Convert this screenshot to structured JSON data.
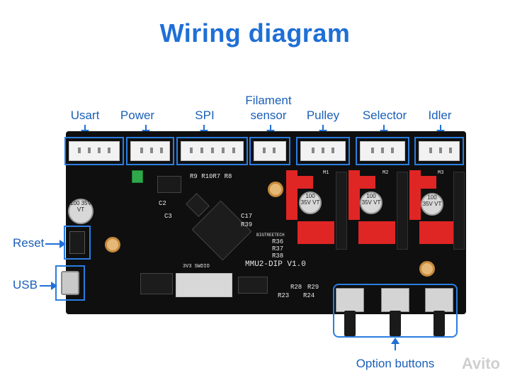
{
  "title": "Wiring diagram",
  "labels": {
    "usart": "Usart",
    "power": "Power",
    "spi": "SPI",
    "filament_line1": "Filament",
    "filament_line2": "sensor",
    "pulley": "Pulley",
    "selector": "Selector",
    "idler": "Idler",
    "reset": "Reset",
    "usb": "USB",
    "option_buttons": "Option buttons"
  },
  "board": {
    "model": "MMU2-DIP V1.0",
    "brand": "BIGTREETECH",
    "cap_text": "100 35V VT",
    "silk_labels": [
      "R9 R10R7 R8",
      "C2",
      "C3",
      "R36",
      "R37",
      "R38",
      "R39",
      "C17",
      "3V3 SWDIO",
      "R23",
      "R24",
      "R28",
      "R29",
      "M1",
      "M2",
      "M3"
    ]
  },
  "colors": {
    "accent": "#1f6fd6",
    "board": "#0f0f0f",
    "header_red": "#e02525"
  },
  "watermark": "Avito"
}
